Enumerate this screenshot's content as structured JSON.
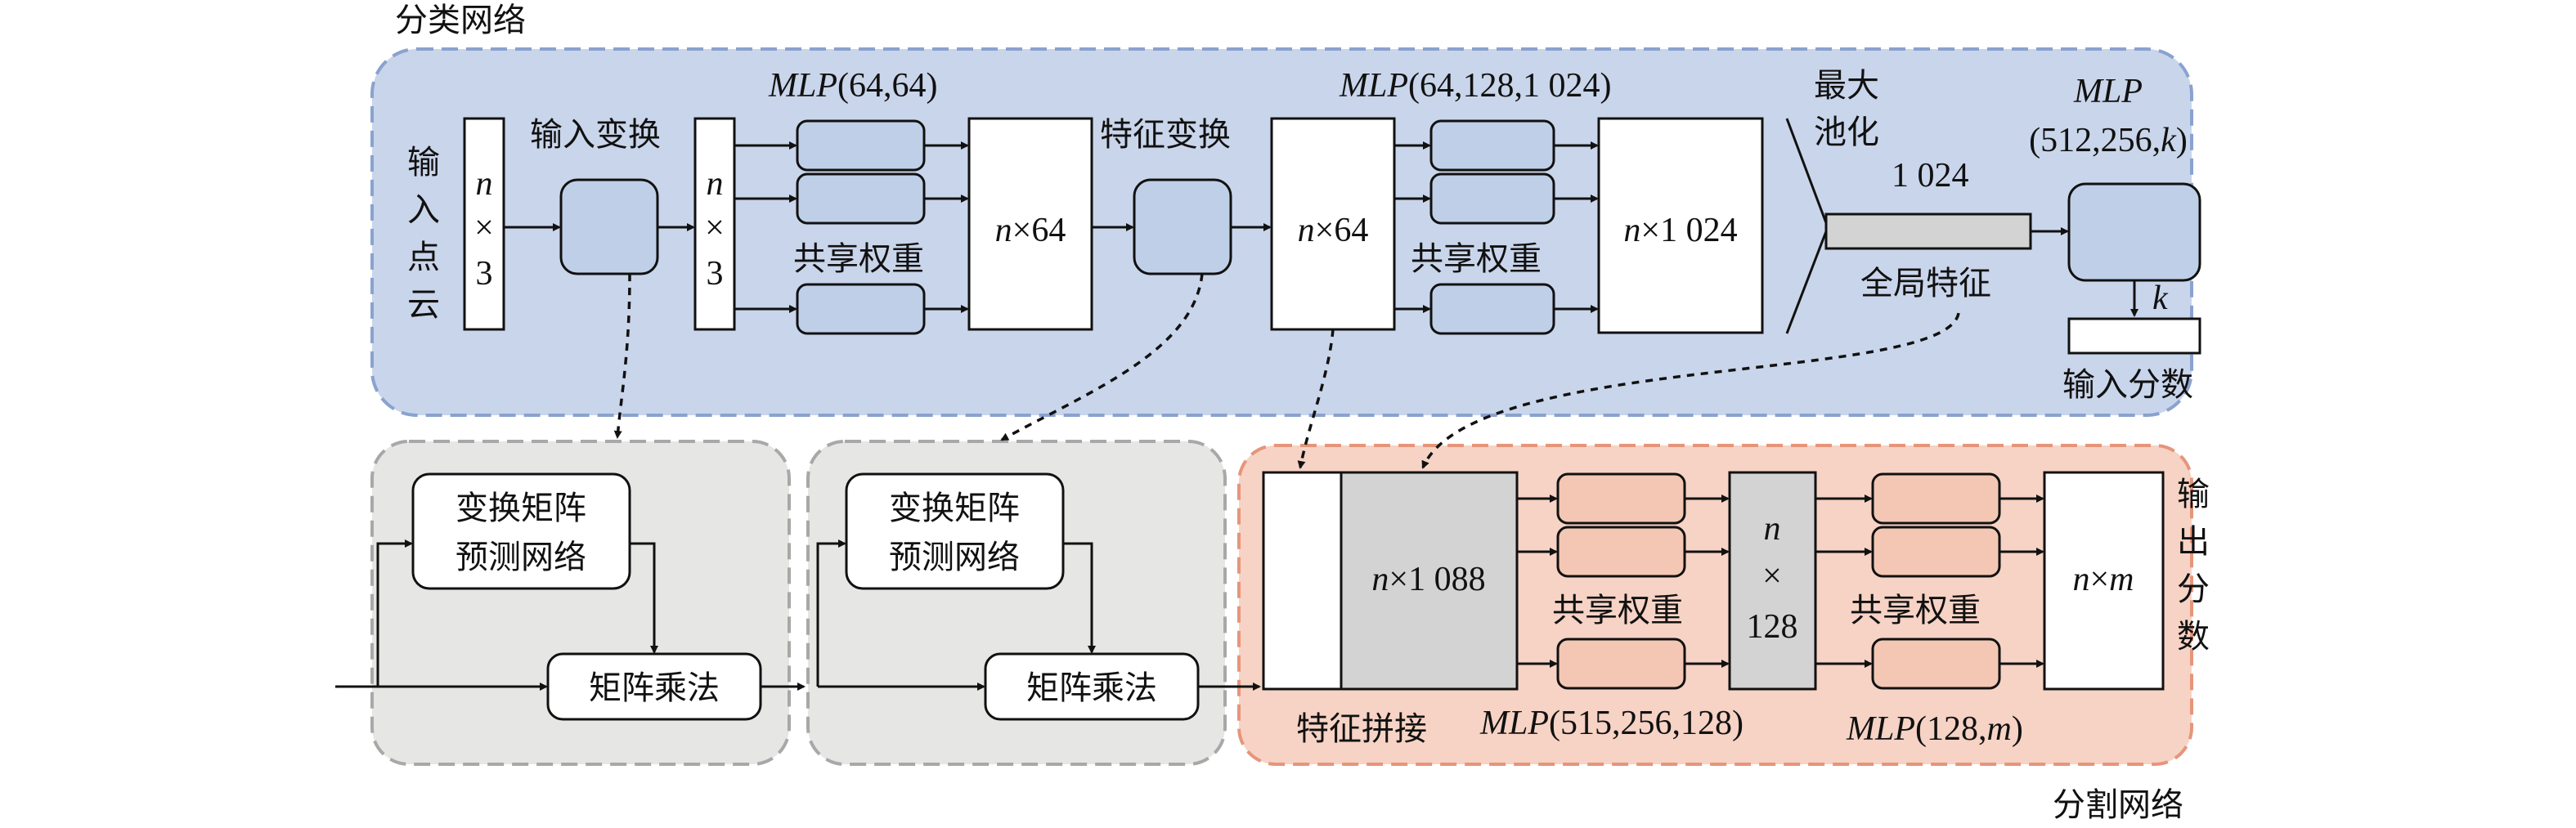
{
  "colors": {
    "classification_bg": "#c9d5ea",
    "classification_border": "#8aa2cf",
    "transform_bg": "#e6e6e4",
    "transform_border": "#a8a8a8",
    "segmentation_bg": "#f6d3c5",
    "segmentation_border": "#e6957a",
    "mlp_box": "#bfcfe8",
    "seg_mlp_box": "#f3c7b4",
    "feature_bar": "#d3d3d3",
    "white": "#ffffff",
    "stroke": "#111111"
  },
  "labels": {
    "classification_network": "分类网络",
    "segmentation_network": "分割网络",
    "input_point_cloud": [
      "输",
      "入",
      "点",
      "云"
    ],
    "input_n": "n",
    "input_times": "×",
    "input_3": "3",
    "input_transform": "输入变换",
    "mlp1_prefix": "MLP",
    "mlp1_args": "(64,64)",
    "shared_weights_1": "共享权重",
    "feat64_n": "n",
    "feat64_rest": "×64",
    "feature_transform": "特征变换",
    "feat64b_n": "n",
    "feat64b_rest": "×64",
    "mlp2_prefix": "MLP",
    "mlp2_args": "(64,128,1 024)",
    "shared_weights_2": "共享权重",
    "feat1024_n": "n",
    "feat1024_rest": "×1 024",
    "max_pool_1": "最大",
    "max_pool_2": "池化",
    "dim_1024": "1 024",
    "global_feature": "全局特征",
    "mlp3_prefix": "MLP",
    "mlp3_args_a": "(512,256,",
    "mlp3_k": "k",
    "mlp3_args_b": ")",
    "k_label": "k",
    "input_scores": "输入分数",
    "tnet_line1": "变换矩阵",
    "tnet_line2": "预测网络",
    "matmul": "矩阵乘法",
    "tnet2_line1": "变换矩阵",
    "tnet2_line2": "预测网络",
    "matmul2": "矩阵乘法",
    "concat_n": "n",
    "concat_rest": "×1 088",
    "feature_concat": "特征拼接",
    "shared_weights_3": "共享权重",
    "mlp4_prefix": "MLP",
    "mlp4_args": "(515,256,128)",
    "seg_n": "n",
    "seg_times": "×",
    "seg_128": "128",
    "shared_weights_4": "共享权重",
    "mlp5_prefix": "MLP",
    "mlp5_args_a": "(128,",
    "mlp5_m": "m",
    "mlp5_args_b": ")",
    "out_n": "n",
    "out_times": "×",
    "out_m": "m",
    "output_scores": [
      "输",
      "出",
      "分",
      "数"
    ]
  }
}
